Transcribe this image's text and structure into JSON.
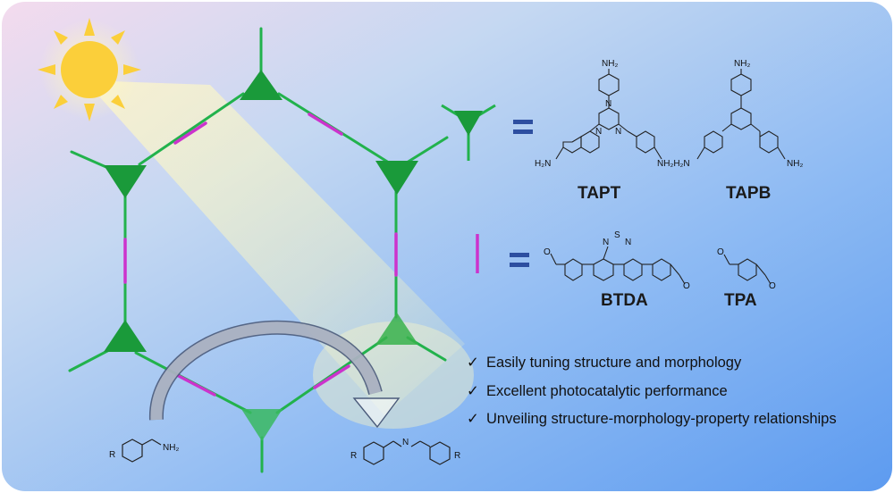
{
  "colors": {
    "node_green": "#1a9a3a",
    "bond_green": "#22b24c",
    "linker_magenta": "#cc33cc",
    "equals_navy": "#2d4ea0",
    "sun_yellow": "#fbcf3a",
    "background_start": "#f3dced",
    "background_end": "#5c9ef0"
  },
  "icons": {
    "sun": "sun-icon",
    "node": "trigonal-node-icon",
    "linker": "linear-linker-icon",
    "arrow": "curved-arrow-icon"
  },
  "monomers": {
    "tapt": "TAPT",
    "tapb": "TAPB",
    "btda": "BTDA",
    "tpa": "TPA"
  },
  "atoms": {
    "nh2": "NH₂",
    "h2n": "H₂N",
    "nh2_joined": "NH₂H₂N",
    "n": "N",
    "s": "S",
    "o": "O",
    "r": "R"
  },
  "reaction": {
    "reactant_r": "R",
    "reactant_nh2": "NH₂",
    "product_r_left": "R",
    "product_n": "N",
    "product_r_right": "R"
  },
  "bullets": [
    "Easily tuning structure and morphology",
    "Excellent photocatalytic performance",
    "Unveiling structure-morphology-property relationships"
  ],
  "check_mark": "✓"
}
